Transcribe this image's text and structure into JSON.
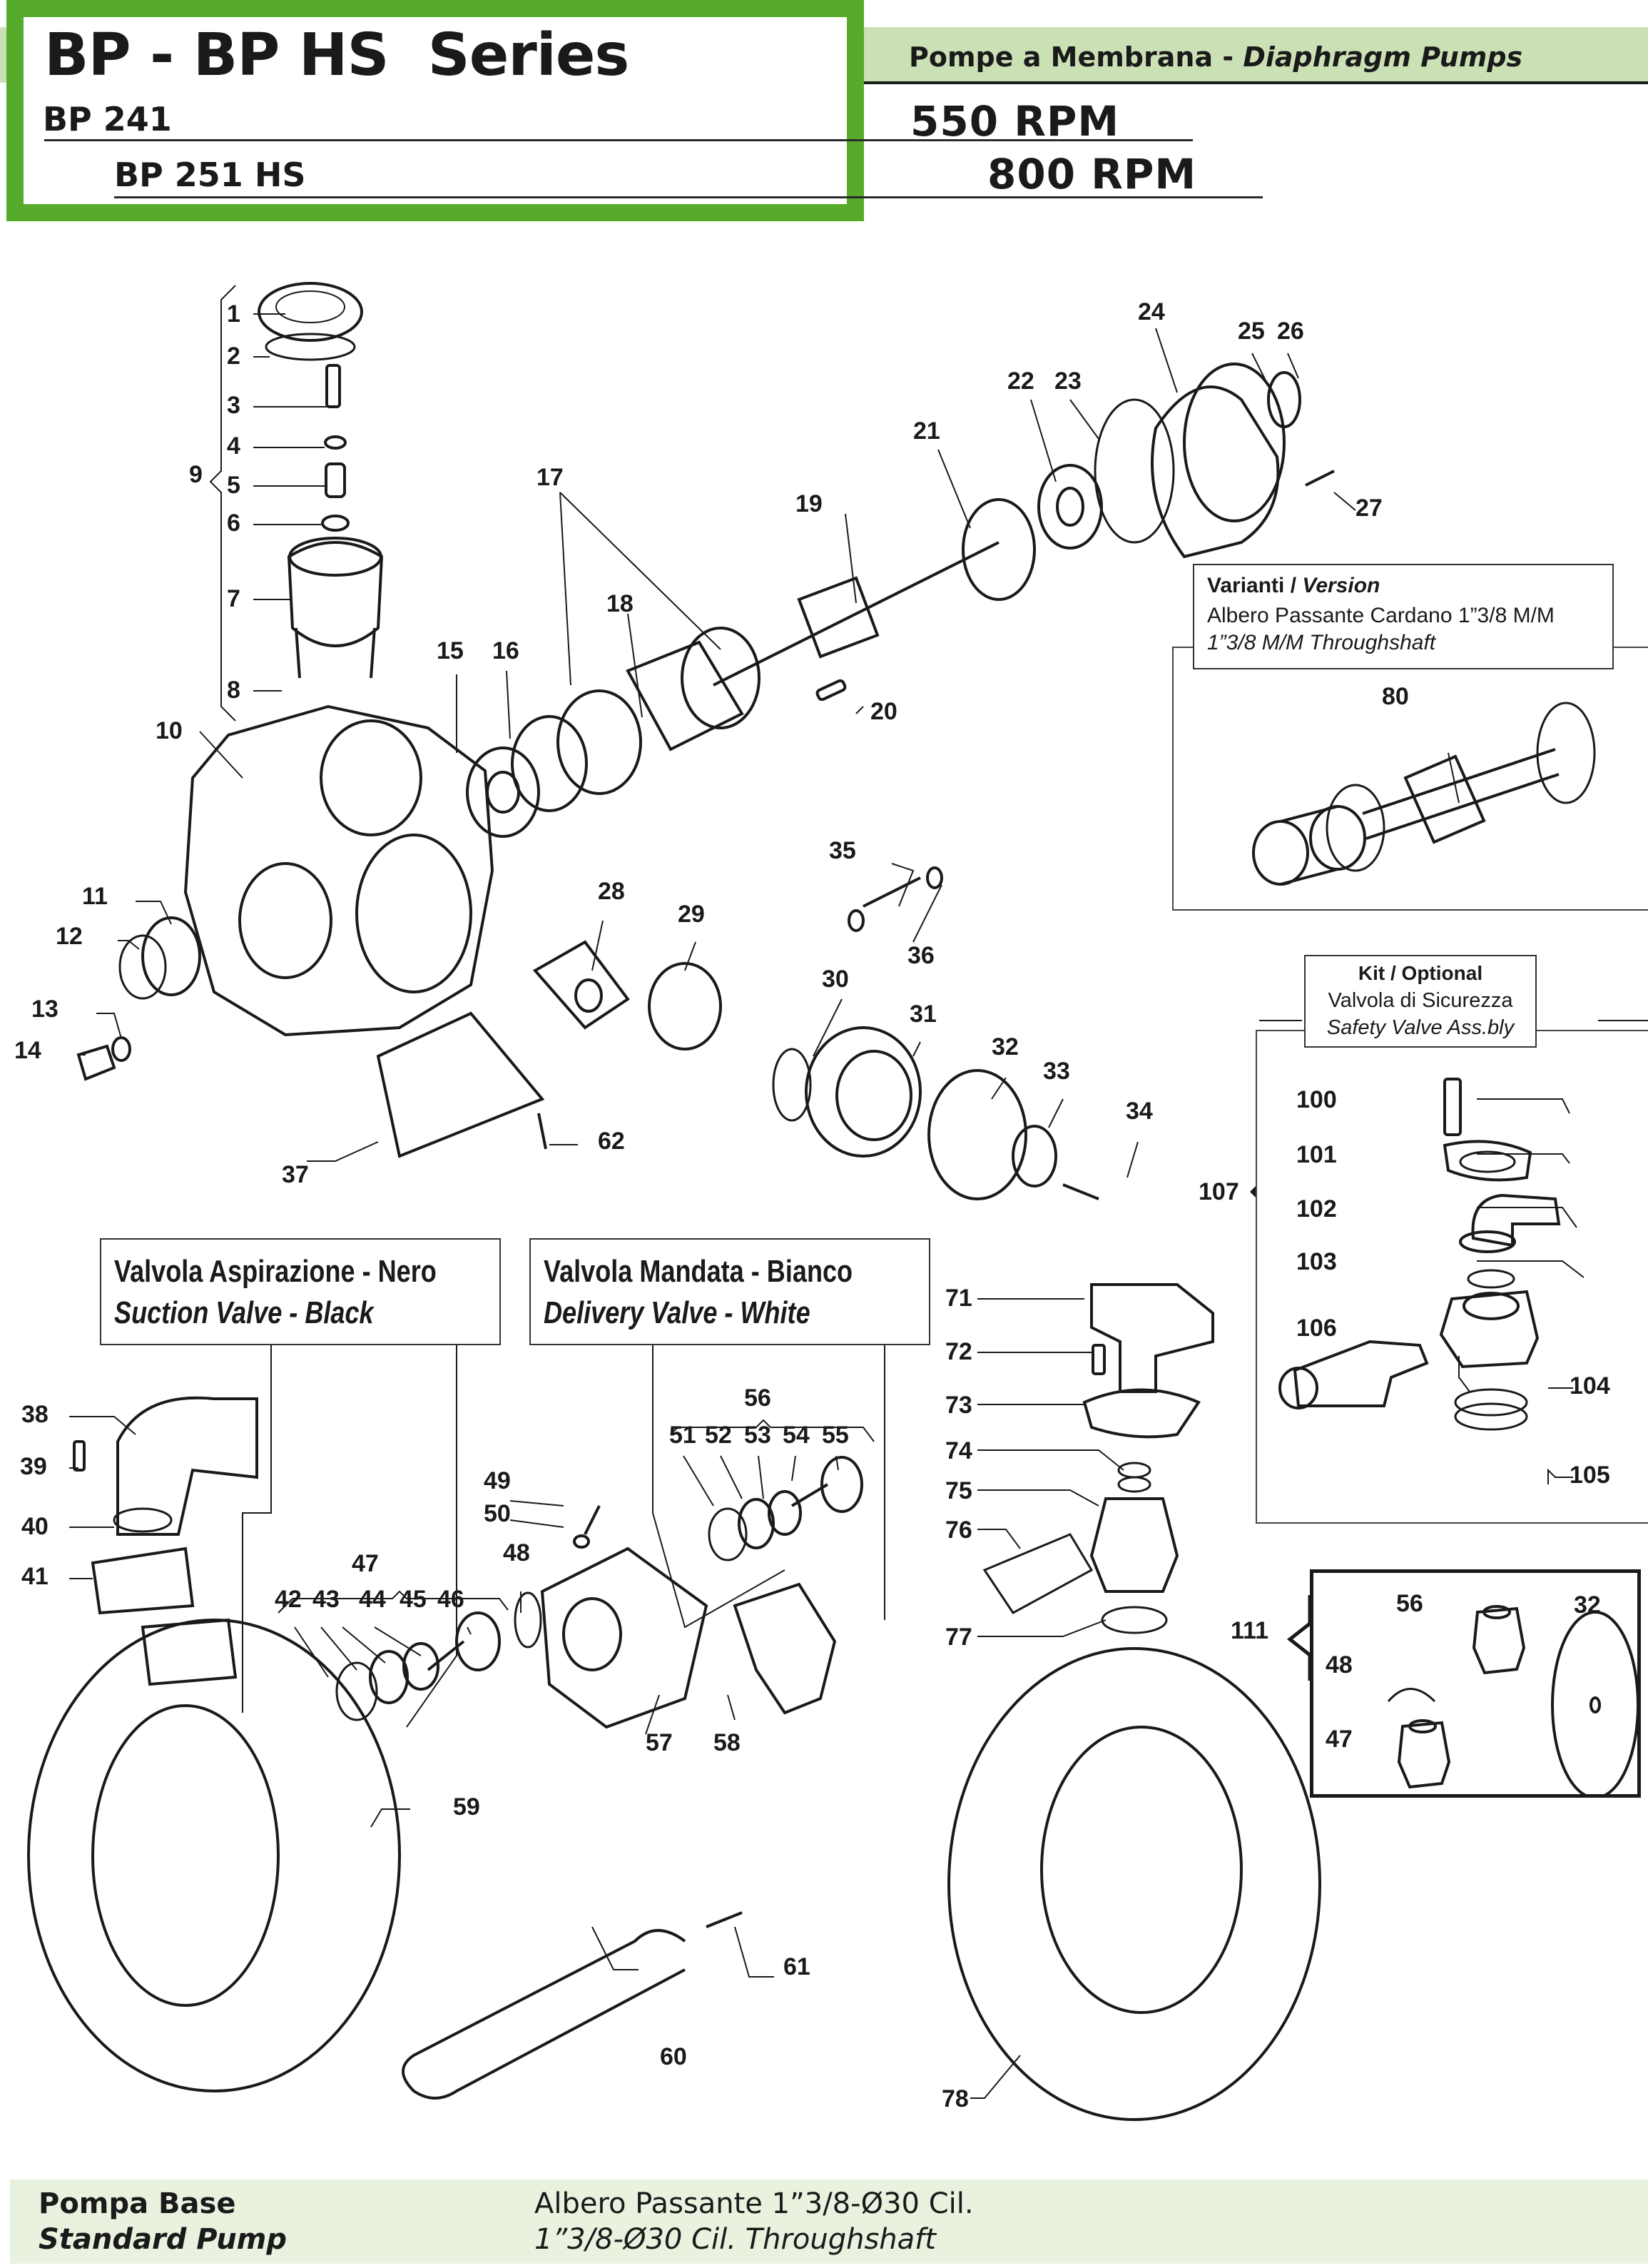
{
  "header": {
    "series_title": "BP - BP HS  Series",
    "subtitle_it": "Pompe a Membrana - ",
    "subtitle_en": "Diaphragm Pumps",
    "models": [
      {
        "name": "BP 241",
        "rpm": "550 RPM"
      },
      {
        "name": "BP 251 HS",
        "rpm": "800 RPM"
      }
    ],
    "accent_color": "#57ab2a",
    "band_color": "#cbe1b5"
  },
  "variant_box": {
    "title_it": "Varianti",
    "sep": "/",
    "title_en": "Version",
    "line_it": "Albero Passante Cardano 1”3/8 M/M",
    "line_en": "1”3/8 M/M Throughshaft",
    "part": "80"
  },
  "kit_box": {
    "title": "Kit / Optional",
    "line_it": "Valvola di Sicurezza",
    "line_en": "Safety Valve Ass.bly",
    "group_part": "107",
    "parts": [
      "100",
      "101",
      "102",
      "103",
      "104",
      "105",
      "106"
    ]
  },
  "kit_111": {
    "group_part": "111",
    "parts": [
      "56",
      "32",
      "48",
      "47"
    ]
  },
  "suction_box": {
    "line_it": "Valvola Aspirazione - Nero",
    "line_en": "Suction Valve - Black"
  },
  "delivery_box": {
    "line_it": "Valvola Mandata - Bianco",
    "line_en": "Delivery Valve - White"
  },
  "callouts": [
    "1",
    "2",
    "3",
    "4",
    "5",
    "6",
    "7",
    "8",
    "9",
    "10",
    "11",
    "12",
    "13",
    "14",
    "15",
    "16",
    "17",
    "18",
    "19",
    "20",
    "21",
    "22",
    "23",
    "24",
    "25",
    "26",
    "27",
    "28",
    "29",
    "30",
    "31",
    "32",
    "33",
    "34",
    "35",
    "36",
    "37",
    "38",
    "39",
    "40",
    "41",
    "42",
    "43",
    "44",
    "45",
    "46",
    "47",
    "48",
    "49",
    "50",
    "51",
    "52",
    "53",
    "54",
    "55",
    "56",
    "57",
    "58",
    "59",
    "60",
    "61",
    "62",
    "71",
    "72",
    "73",
    "74",
    "75",
    "76",
    "77",
    "78"
  ],
  "footer": {
    "label_it": "Pompa Base",
    "label_en": "Standard Pump",
    "desc_it": "Albero Passante 1”3/8-Ø30 Cil.",
    "desc_en": "1”3/8-Ø30 Cil. Throughshaft",
    "band_color": "#e9f2df"
  }
}
